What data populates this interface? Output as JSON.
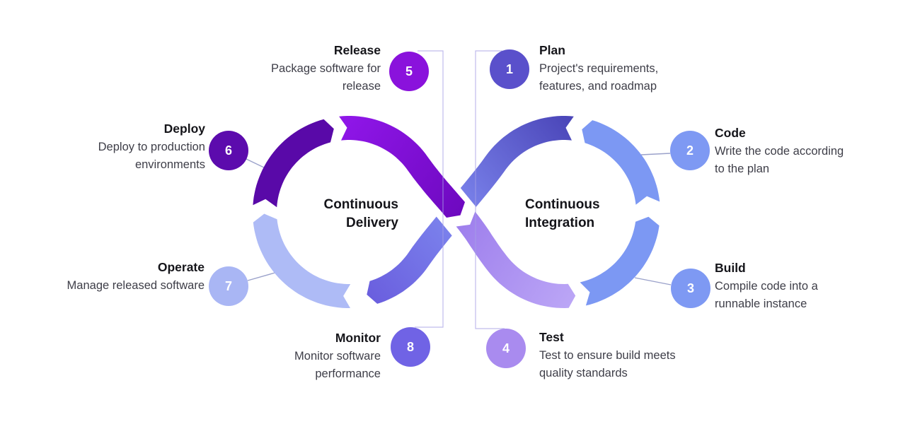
{
  "diagram": {
    "left_loop_label": {
      "line1": "Continuous",
      "line2": "Delivery"
    },
    "right_loop_label": {
      "line1": "Continuous",
      "line2": "Integration"
    },
    "steps": {
      "plan": {
        "number": "1",
        "title": "Plan",
        "desc1": "Project's requirements,",
        "desc2": "features, and roadmap",
        "color": "#5A50CB"
      },
      "code": {
        "number": "2",
        "title": "Code",
        "desc1": "Write the code according",
        "desc2": "to the plan",
        "color": "#7E99F3"
      },
      "build": {
        "number": "3",
        "title": "Build",
        "desc1": "Compile code into a",
        "desc2": "runnable instance",
        "color": "#7E99F3"
      },
      "test": {
        "number": "4",
        "title": "Test",
        "desc1": "Test to ensure build meets",
        "desc2": "quality standards",
        "color": "#A98BEF"
      },
      "release": {
        "number": "5",
        "title": "Release",
        "desc1": "Package software for",
        "desc2": "release",
        "color": "#8A12DC"
      },
      "deploy": {
        "number": "6",
        "title": "Deploy",
        "desc1": "Deploy to production",
        "desc2": "environments",
        "color": "#5C0BAD"
      },
      "operate": {
        "number": "7",
        "title": "Operate",
        "desc1": "Manage released software",
        "desc2": "",
        "color": "#A9B6F4"
      },
      "monitor": {
        "number": "8",
        "title": "Monitor",
        "desc1": "Monitor software",
        "desc2": "performance",
        "color": "#7063E5"
      }
    },
    "colors": {
      "deploy_band": "#5909A8",
      "operate_band": "#AEBBF6",
      "cornflower_band": "#7C98F3",
      "release_gradient": [
        "#8F16E8",
        "#6E09C0"
      ],
      "indigo_gradient": [
        "#4A45B8",
        "#7D86EE",
        "#6A5EDE"
      ],
      "lavender_gradient": [
        "#9F80ED",
        "#BCA7F6"
      ],
      "connector_line": "#A5A0E4",
      "pointer_line": "#8F97C4",
      "background": "#FFFFFF"
    }
  }
}
